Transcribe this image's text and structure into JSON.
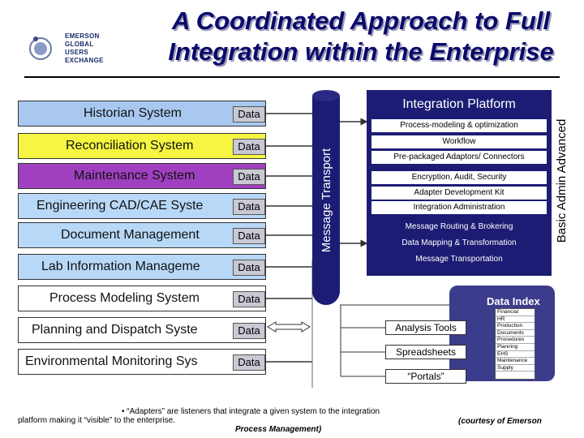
{
  "title": {
    "line1": "A Coordinated Approach to Full",
    "line2": "Integration within the Enterprise"
  },
  "logo": {
    "lines": [
      "EMERSON",
      "GLOBAL",
      "USERS",
      "EXCHANGE"
    ]
  },
  "systems": [
    {
      "label": "Historian System",
      "data": "Data",
      "color": "#a8c8f0"
    },
    {
      "label": "Reconciliation System",
      "data": "Data",
      "color": "#f5f542"
    },
    {
      "label": "Maintenance System",
      "data": "Data",
      "color": "#a040c0"
    },
    {
      "label": "Engineering CAD/CAE Syste",
      "data": "Data",
      "color": "#b8d8f8"
    },
    {
      "label": "Document Management",
      "data": "Data",
      "color": "#b8d8f8"
    },
    {
      "label": "Lab Information Manageme",
      "data": "Data",
      "color": "#b8d8f8"
    },
    {
      "label": "Process Modeling System",
      "data": "Data",
      "color": "#ffffff"
    },
    {
      "label": "Planning and Dispatch Syste",
      "data": "Data",
      "color": "#ffffff"
    },
    {
      "label": "Environmental Monitoring Sys",
      "data": "Data",
      "color": "#ffffff"
    }
  ],
  "transport": {
    "label": "Message Transport"
  },
  "platform": {
    "title": "Integration Platform",
    "admin_label": "Basic Admin Advanced",
    "layers_light": [
      "Process-modeling & optimization",
      "Workflow",
      "Pre-packaged Adaptors/ Connectors",
      "Encryption, Audit, Security",
      "Adapter Development Kit",
      "Integration Administration"
    ],
    "layers_dark": [
      "Message Routing & Brokering",
      "Data Mapping & Transformation",
      "Message Transportation"
    ]
  },
  "data_index": {
    "label": "Data Index",
    "items": [
      "Financial",
      "HR",
      "Production",
      "Documents",
      "Procedures",
      "Planning",
      "EHS",
      "Maintenance",
      "Supply"
    ]
  },
  "tools": [
    "Analysis Tools",
    "Spreadsheets",
    "“Portals”"
  ],
  "footnote": {
    "line1": "• “Adapters” are listeners that integrate a given system to the integration",
    "line2": "platform making it “visible” to the enterprise.",
    "process_management": "Process Management)",
    "courtesy": "(courtesy of Emerson"
  }
}
